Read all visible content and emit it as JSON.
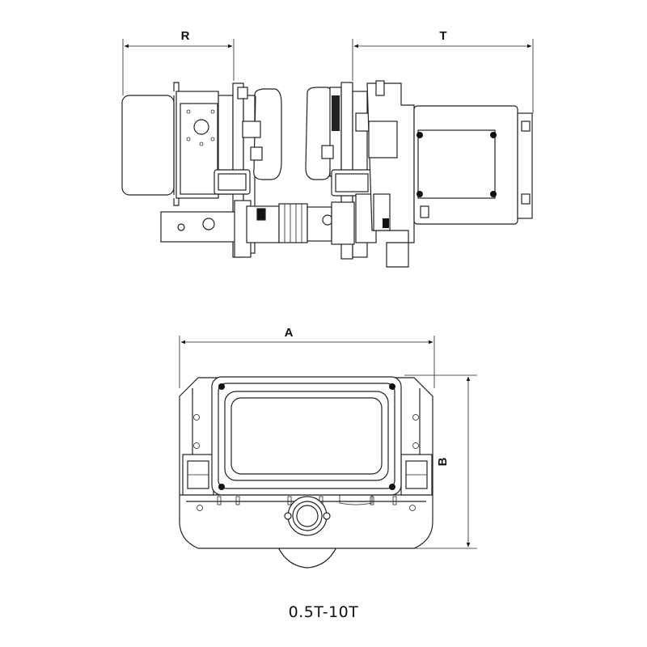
{
  "dimensions": {
    "R": "R",
    "T": "T",
    "A": "A",
    "B": "B"
  },
  "caption": "0.5T-10T",
  "colors": {
    "line": "#222222",
    "background": "#ffffff"
  }
}
